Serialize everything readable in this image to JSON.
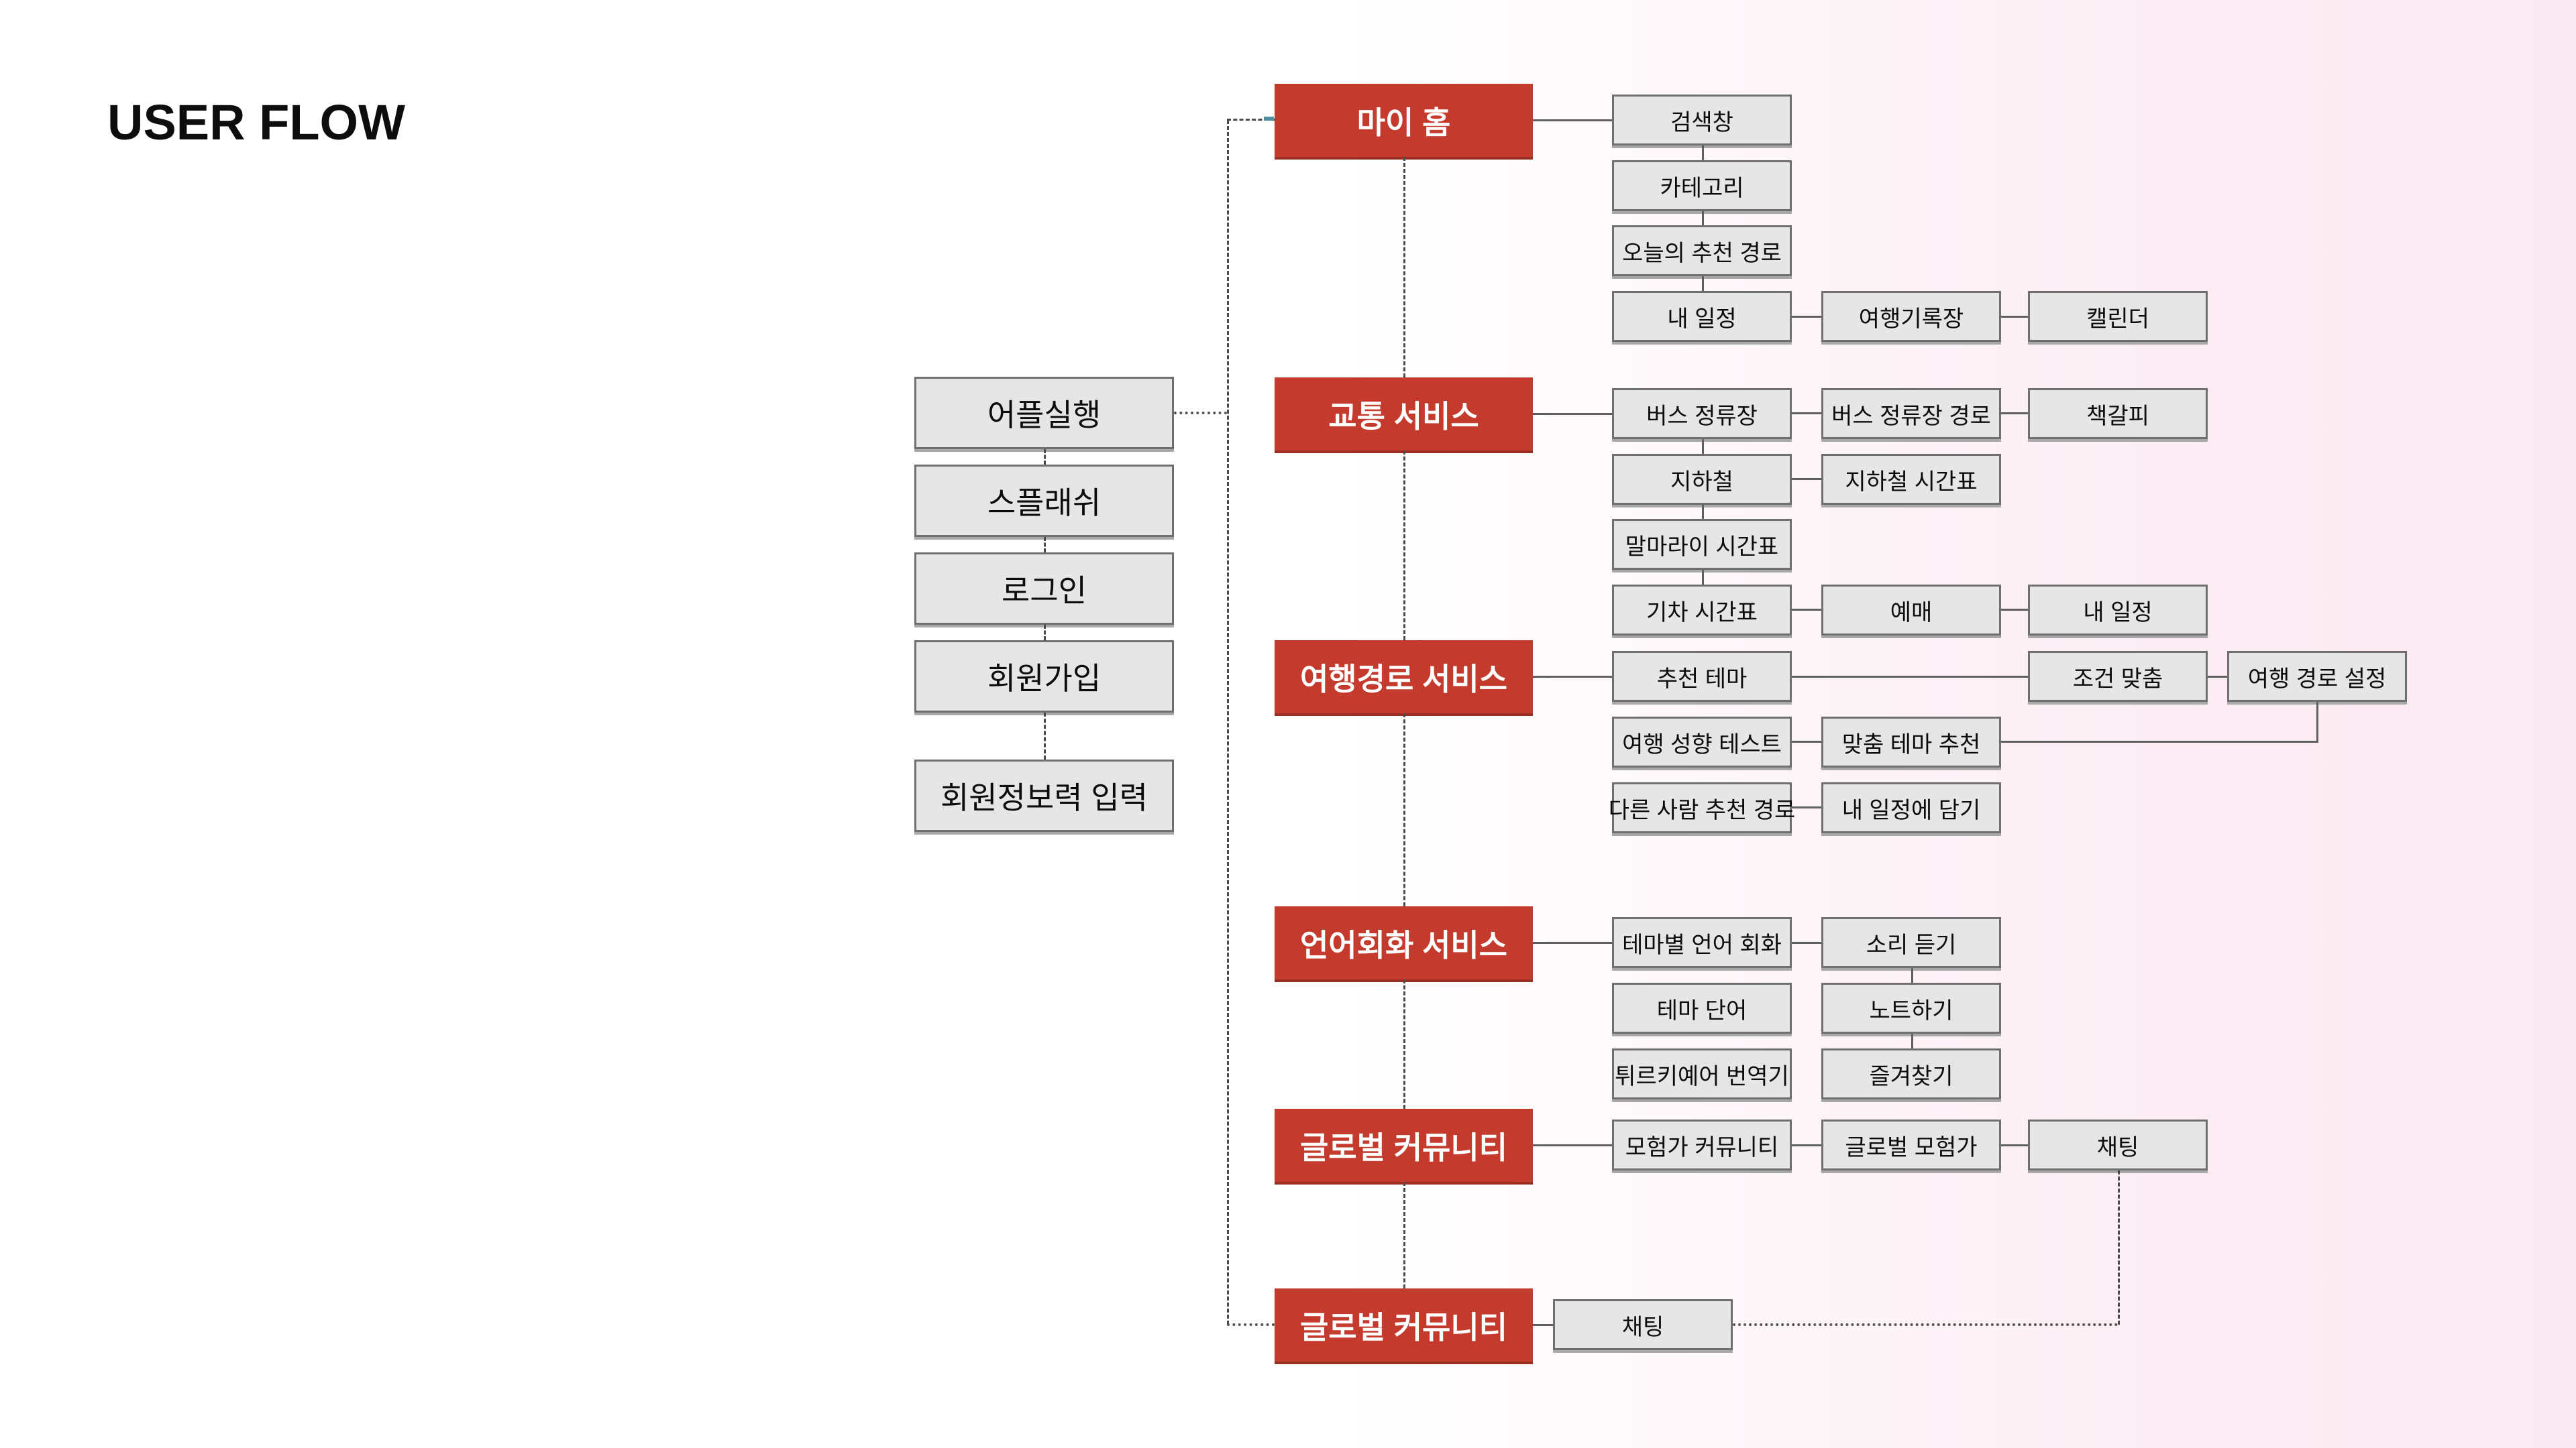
{
  "title": "USER FLOW",
  "colors": {
    "accent_red": "#c43a2c",
    "node_gray_fill": "#e6e6e6",
    "node_border": "#6f6f6f",
    "solid_connector": "#5f5f5f",
    "dashed_connector": "#4a4a4a",
    "background_pink": "#fbe9f1",
    "teal_endpoint_marker": "#4e8fa0"
  },
  "onboarding": {
    "items": [
      {
        "label": "어플실행"
      },
      {
        "label": "스플래쉬"
      },
      {
        "label": "로그인"
      },
      {
        "label": "회원가입"
      },
      {
        "label": "회원정보력 입력"
      }
    ]
  },
  "sections": [
    {
      "label": "마이 홈",
      "children": [
        {
          "label": "검색창"
        },
        {
          "label": "카테고리"
        },
        {
          "label": "오늘의 추천 경로"
        },
        {
          "label": "내 일정"
        },
        {
          "label": "여행기록장"
        },
        {
          "label": "캘린더"
        }
      ]
    },
    {
      "label": "교통 서비스",
      "children": [
        {
          "label": "버스 정류장"
        },
        {
          "label": "버스 정류장 경로"
        },
        {
          "label": "책갈피"
        },
        {
          "label": "지하철"
        },
        {
          "label": "지하철 시간표"
        },
        {
          "label": "말마라이 시간표"
        },
        {
          "label": "기차 시간표"
        },
        {
          "label": "예매"
        },
        {
          "label": "내 일정"
        }
      ]
    },
    {
      "label": "여행경로 서비스",
      "children": [
        {
          "label": "추천 테마"
        },
        {
          "label": "조건 맞춤"
        },
        {
          "label": "여행 경로 설정"
        },
        {
          "label": "여행 성향 테스트"
        },
        {
          "label": "맞춤 테마 추천"
        },
        {
          "label": "다른 사람 추천 경로"
        },
        {
          "label": "내 일정에 담기"
        }
      ]
    },
    {
      "label": "언어회화 서비스",
      "children": [
        {
          "label": "테마별 언어 회화"
        },
        {
          "label": "소리 듣기"
        },
        {
          "label": "테마 단어"
        },
        {
          "label": "노트하기"
        },
        {
          "label": "튀르키예어 번역기"
        },
        {
          "label": "즐겨찾기"
        }
      ]
    },
    {
      "label": "글로벌 커뮤니티",
      "children": [
        {
          "label": "모험가 커뮤니티"
        },
        {
          "label": "글로벌 모험가"
        },
        {
          "label": "채팅"
        }
      ]
    },
    {
      "label": "글로벌 커뮤니티",
      "children": [
        {
          "label": "채팅"
        }
      ]
    }
  ]
}
